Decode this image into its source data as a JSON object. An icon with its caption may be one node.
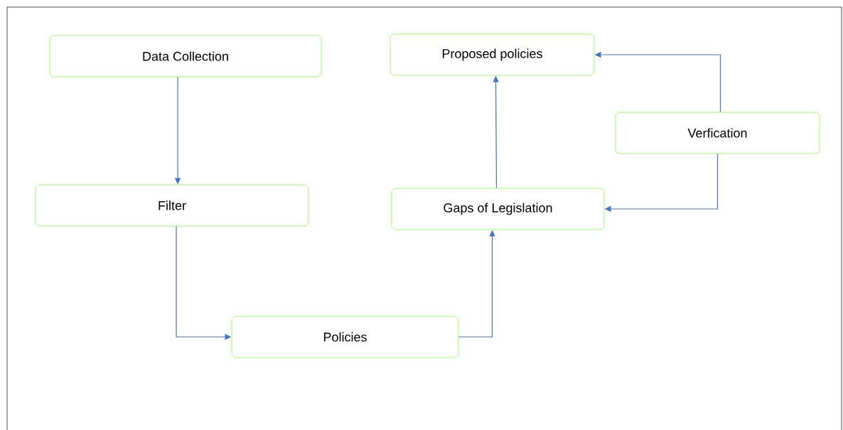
{
  "diagram": {
    "nodes": [
      {
        "text": [
          "Data Collection"
        ]
      },
      {
        "text": [
          "Filter"
        ]
      },
      {
        "text": [
          "Policies"
        ]
      },
      {
        "text": [
          "Gaps of Legislation"
        ]
      },
      {
        "text": [
          "Proposed policies"
        ]
      },
      {
        "text": [
          "Verfication"
        ]
      }
    ],
    "edges": [
      {
        "from": 0,
        "to": 1,
        "arrow": "to"
      },
      {
        "from": 1,
        "to": 2,
        "arrow": "to"
      },
      {
        "from": 2,
        "to": 3,
        "arrow": "to"
      },
      {
        "from": 3,
        "to": 4,
        "arrow": "to"
      },
      {
        "from": 5,
        "to": 4,
        "arrow": "to"
      },
      {
        "from": 5,
        "to": 3,
        "arrow": "to"
      }
    ]
  }
}
